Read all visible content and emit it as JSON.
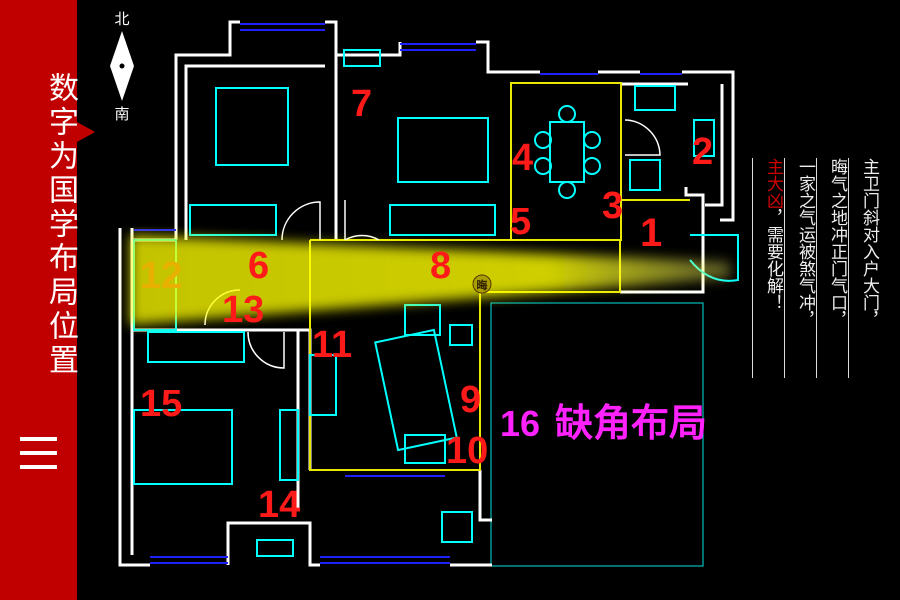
{
  "sidebar": {
    "title": "数字为国学布局位置",
    "icon": "triple-bar-icon"
  },
  "compass": {
    "north": "北",
    "south": "南"
  },
  "plan": {
    "room_numbers": [
      "1",
      "2",
      "3",
      "4",
      "5",
      "6",
      "7",
      "8",
      "9",
      "10",
      "11",
      "12",
      "13",
      "14",
      "15"
    ],
    "missing_corner": {
      "number": "16",
      "label": "缺角布局"
    },
    "center_symbol": "晦",
    "colors": {
      "walls": "#ffffff",
      "furniture": "#00ffff",
      "windows": "#0000ff",
      "zones": "#ffff00",
      "numbers": "#ff0000",
      "missing_corner": "#ff00ff",
      "beam": "#ffff00"
    }
  },
  "note": {
    "col1": "主卫门斜对入户大门，",
    "col2": "晦气之地冲正门气口，",
    "col3": "一家之气运被煞气冲，",
    "col4_red": "主大凶",
    "col4_rest": "，需要化解！"
  }
}
